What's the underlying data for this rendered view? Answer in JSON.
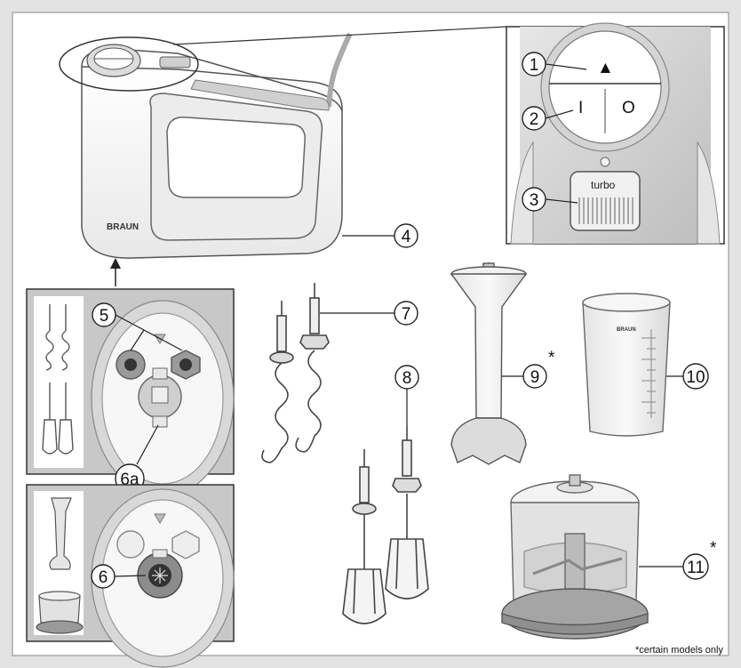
{
  "callouts": {
    "c1": "1",
    "c2": "2",
    "c3": "3",
    "c4": "4",
    "c5": "5",
    "c6": "6",
    "c6a": "6a",
    "c7": "7",
    "c8": "8",
    "c9": "9",
    "c10": "10",
    "c11": "11"
  },
  "asterisk": "*",
  "brand_logo": "BRAUN",
  "turbo_label": "turbo",
  "switch_symbols": {
    "eject": "▲",
    "on": "I",
    "off": "O"
  },
  "footnote": "*certain models only",
  "colors": {
    "frame_bg": "#ffffff",
    "page_bg": "#e3e3e3",
    "panel_gray": "#c8c8c8",
    "line": "#222222"
  }
}
